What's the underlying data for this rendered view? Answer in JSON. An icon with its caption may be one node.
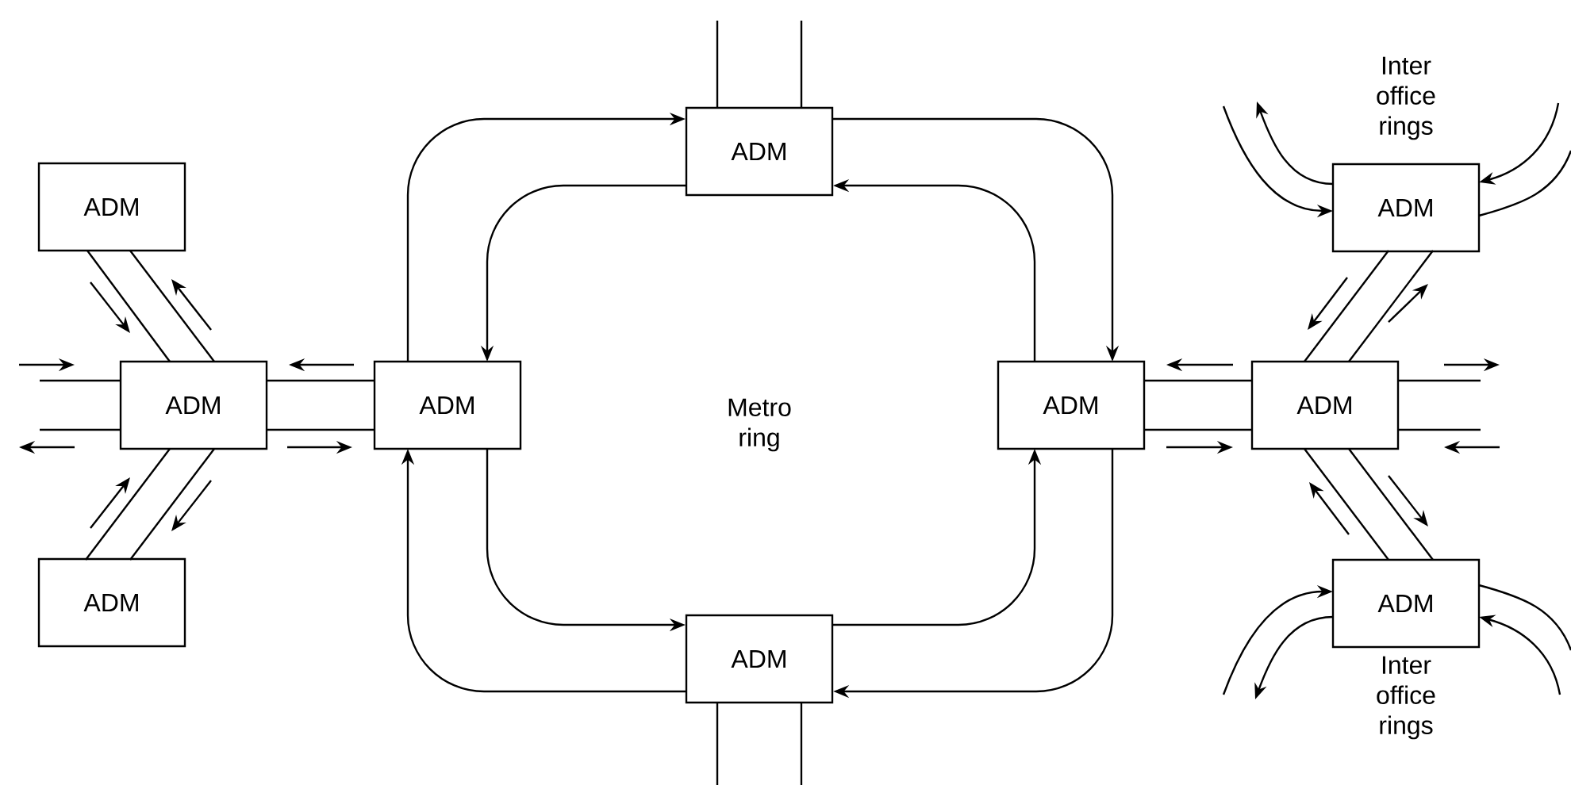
{
  "diagram": {
    "nodes": [
      {
        "text": [
          "ADM"
        ]
      },
      {
        "text": [
          "ADM"
        ]
      },
      {
        "text": [
          "ADM"
        ]
      },
      {
        "text": [
          "ADM"
        ]
      },
      {
        "text": [
          "ADM"
        ]
      },
      {
        "text": [
          "ADM"
        ]
      },
      {
        "text": [
          "ADM"
        ]
      },
      {
        "text": [
          "ADM"
        ]
      },
      {
        "text": [
          "ADM"
        ]
      },
      {
        "text": [
          "ADM"
        ]
      }
    ],
    "edges": [
      {
        "from": 3,
        "to": 0,
        "arrow": "to"
      },
      {
        "from": 0,
        "to": 4,
        "arrow": "to"
      },
      {
        "from": 4,
        "to": 8,
        "arrow": "to"
      },
      {
        "from": 8,
        "to": 3,
        "arrow": "to"
      },
      {
        "from": 0,
        "to": 3,
        "arrow": "to"
      },
      {
        "from": 4,
        "to": 0,
        "arrow": "to"
      },
      {
        "from": 3,
        "to": 8,
        "arrow": "to"
      },
      {
        "from": 8,
        "to": 4,
        "arrow": "to"
      },
      {
        "from": 2,
        "to": 3,
        "arrow": "none"
      },
      {
        "from": 2,
        "to": 3,
        "arrow": "none"
      },
      {
        "from": 1,
        "to": 2,
        "arrow": "none"
      },
      {
        "from": 1,
        "to": 2,
        "arrow": "none"
      },
      {
        "from": 7,
        "to": 2,
        "arrow": "none"
      },
      {
        "from": 7,
        "to": 2,
        "arrow": "none"
      },
      {
        "from": 4,
        "to": 5,
        "arrow": "none"
      },
      {
        "from": 4,
        "to": 5,
        "arrow": "none"
      },
      {
        "from": 5,
        "to": 6,
        "arrow": "none"
      },
      {
        "from": 5,
        "to": 6,
        "arrow": "none"
      },
      {
        "from": 5,
        "to": 9,
        "arrow": "none"
      },
      {
        "from": 5,
        "to": 9,
        "arrow": "none"
      },
      {
        "from": null,
        "to": 2,
        "arrow": "none"
      },
      {
        "from": null,
        "to": 2,
        "arrow": "none"
      },
      {
        "from": 5,
        "to": null,
        "arrow": "none"
      },
      {
        "from": 5,
        "to": null,
        "arrow": "none"
      },
      {
        "from": null,
        "to": 0,
        "arrow": "none"
      },
      {
        "from": null,
        "to": 0,
        "arrow": "none"
      },
      {
        "from": 8,
        "to": null,
        "arrow": "none"
      },
      {
        "from": 8,
        "to": null,
        "arrow": "none"
      },
      {
        "from": null,
        "to": 6,
        "arrow": "to"
      },
      {
        "from": 6,
        "to": null,
        "arrow": "to"
      },
      {
        "from": null,
        "to": 6,
        "arrow": "to"
      },
      {
        "from": 6,
        "to": null,
        "arrow": "none"
      },
      {
        "from": null,
        "to": 9,
        "arrow": "to"
      },
      {
        "from": 9,
        "to": null,
        "arrow": "to"
      },
      {
        "from": null,
        "to": 9,
        "arrow": "to"
      },
      {
        "from": 9,
        "to": null,
        "arrow": "none"
      }
    ],
    "labels": [
      "Metro ring",
      "Inter office rings",
      "Inter office rings"
    ]
  }
}
